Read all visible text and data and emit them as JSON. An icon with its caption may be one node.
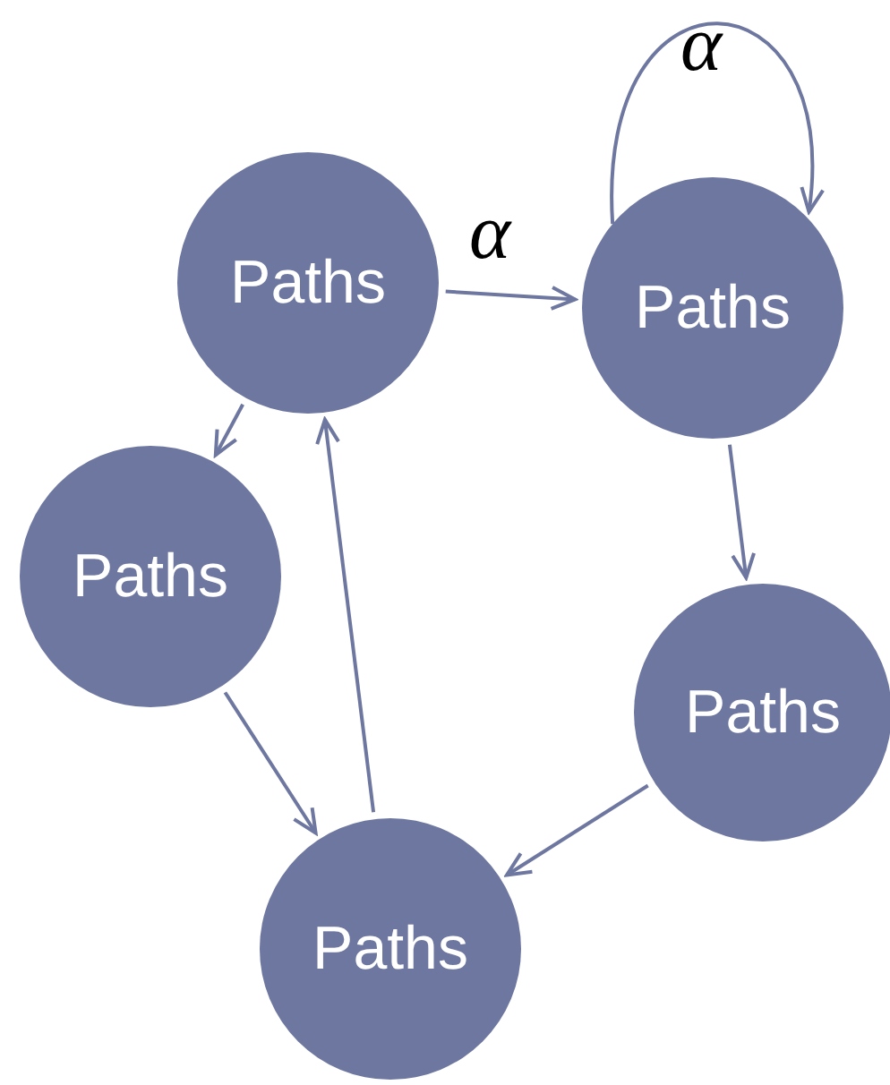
{
  "diagram": {
    "nodes": [
      {
        "text": [
          "Paths"
        ]
      },
      {
        "text": [
          "Paths"
        ]
      },
      {
        "text": [
          "Paths"
        ]
      },
      {
        "text": [
          "Paths"
        ]
      },
      {
        "text": [
          "Paths"
        ]
      }
    ],
    "edges": [
      {
        "from": 0,
        "to": 1,
        "arrow": "to",
        "label": "α"
      },
      {
        "from": 1,
        "to": 1,
        "arrow": "to",
        "label": "α"
      },
      {
        "from": 1,
        "to": 3,
        "arrow": "to"
      },
      {
        "from": 3,
        "to": 4,
        "arrow": "to"
      },
      {
        "from": 4,
        "to": 0,
        "arrow": "to"
      },
      {
        "from": 0,
        "to": 2,
        "arrow": "to"
      },
      {
        "from": 2,
        "to": 4,
        "arrow": "to"
      }
    ]
  }
}
